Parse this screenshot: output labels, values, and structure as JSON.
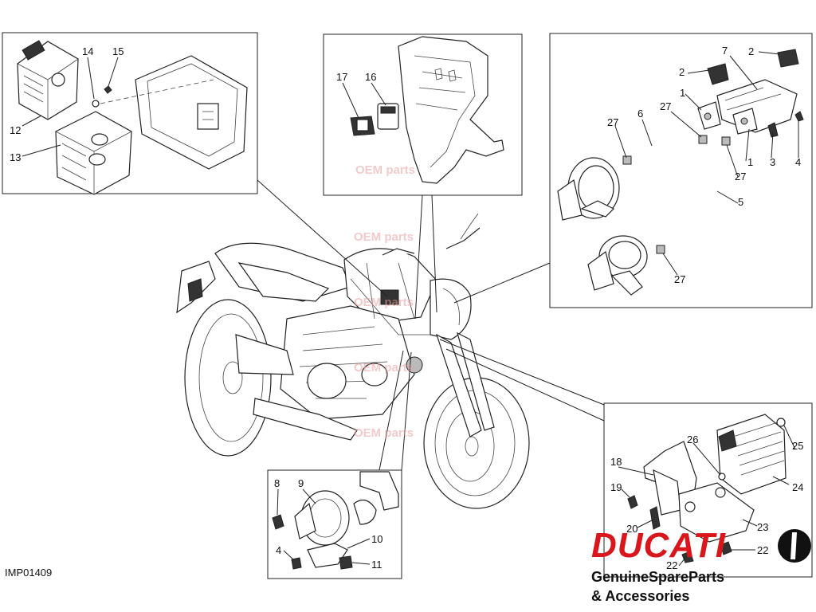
{
  "diagram_code": "IMP01409",
  "brand": {
    "name": "DUCATI",
    "tagline_line1": "GenuineSpareParts",
    "tagline_line2": "& Accessories",
    "accent_color": "#d8161b"
  },
  "watermark": {
    "text": "OEM parts",
    "color": "#e8a0a0"
  },
  "callouts": {
    "c1": "1",
    "c2": "2",
    "c3": "3",
    "c4": "4",
    "c5": "5",
    "c6": "6",
    "c7": "7",
    "c8": "8",
    "c9": "9",
    "c10": "10",
    "c11": "11",
    "c12": "12",
    "c13": "13",
    "c14": "14",
    "c15": "15",
    "c16": "16",
    "c17": "17",
    "c18": "18",
    "c19": "19",
    "c20": "20",
    "c22": "22",
    "c23": "23",
    "c24": "24",
    "c25": "25",
    "c26": "26",
    "c27": "27"
  }
}
